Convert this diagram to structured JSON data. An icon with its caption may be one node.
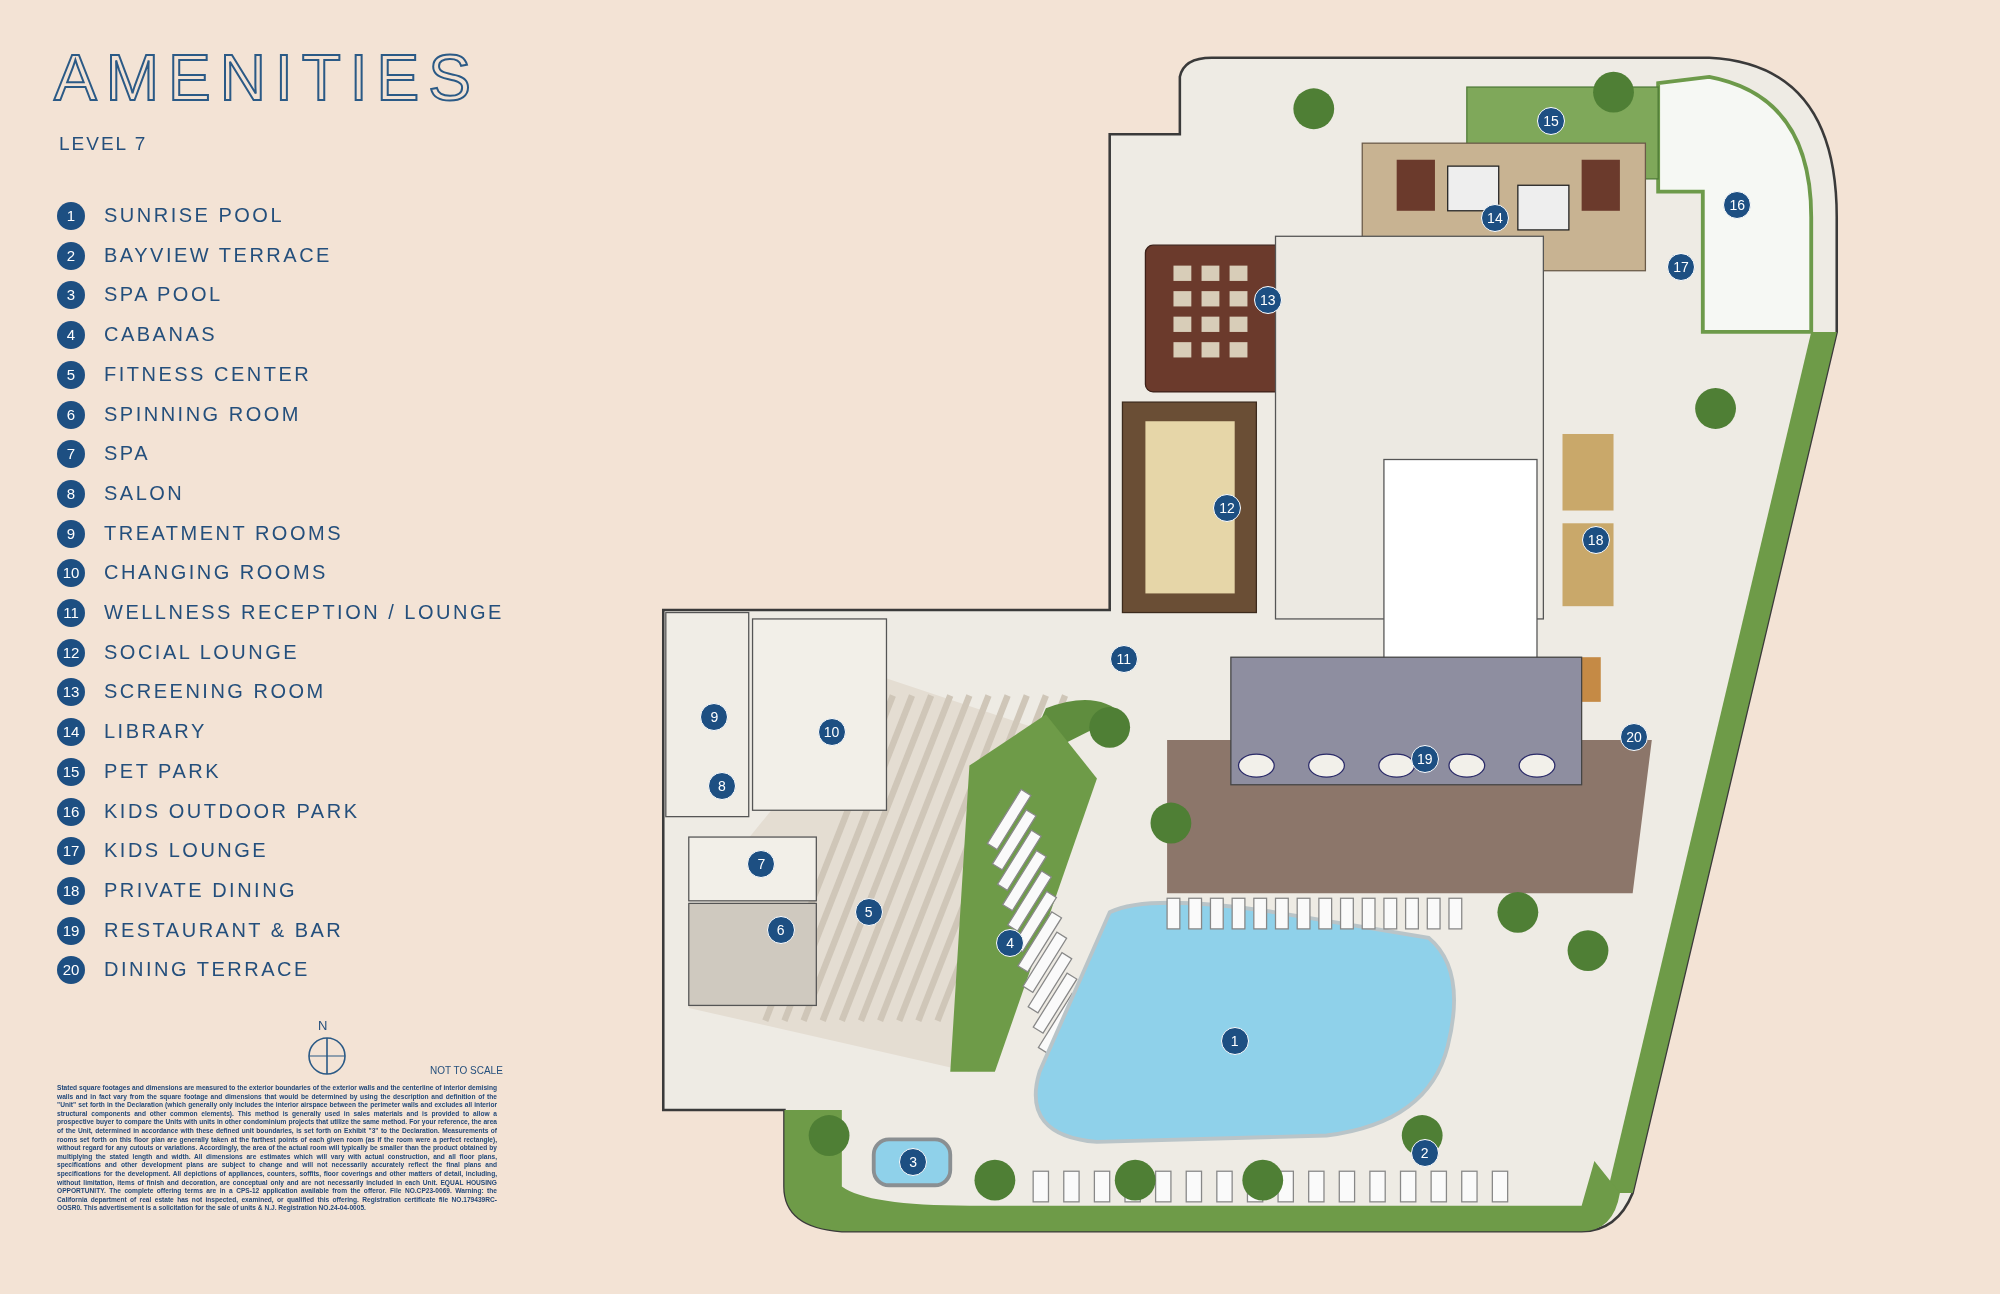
{
  "diagram": {
    "title": "AMENITIES",
    "labels": [
      "LEVEL 7",
      "1",
      "SUNRISE POOL",
      "2",
      "BAYVIEW TERRACE",
      "3",
      "SPA POOL",
      "4",
      "CABANAS",
      "5",
      "FITNESS CENTER",
      "6",
      "SPINNING ROOM",
      "7",
      "SPA",
      "8",
      "SALON",
      "9",
      "TREATMENT ROOMS",
      "10",
      "CHANGING ROOMS",
      "11",
      "WELLNESS RECEPTION / LOUNGE",
      "12",
      "SOCIAL LOUNGE",
      "13",
      "SCREENING ROOM",
      "14",
      "LIBRARY",
      "15",
      "PET PARK",
      "16",
      "KIDS OUTDOOR PARK",
      "17",
      "KIDS LOUNGE",
      "18",
      "PRIVATE DINING",
      "19",
      "RESTAURANT & BAR",
      "20",
      "DINING TERRACE",
      "N",
      "NOT TO SCALE",
      "Stated square footages and dimensions are measured to the exterior boundaries of the exterior walls and the centerline of interior demising walls and in fact vary from the square footage and dimensions that would be determined by using the description and definition of the \"Unit\" set forth in the Declaration (which generally only includes the interior airspace between the perimeter walls and excludes all interior structural components and other common elements). This method is generally used in sales materials and is provided to allow a prospective buyer to compare the Units with units in other condominium projects that utilize the same method. For your reference, the area of the Unit, determined in accordance with these defined unit boundaries, is set forth on Exhibit \"3\" to the Declaration. Measurements of rooms set forth on this floor plan are generally taken at the farthest points of each given room (as if the room were a perfect rectangle), without regard for any cutouts or variations. Accordingly, the area of the actual room will typically be smaller than the product obtained by multiplying the stated length and width. All dimensions are estimates which will vary with actual construction, and all floor plans, specifications and other development plans are subject to change and will not necessarily accurately reflect the final plans and specifications for the development. All depictions of appliances, counters, soffits, floor coverings and other matters of detail, including, without limitation, items of finish and decoration, are conceptual only and are not necessarily included in each Unit. EQUAL HOUSING OPPORTUNITY. The complete offering terms are in a CPS-12 application available from the offeror. File NO.CP23-0069. Warning: the California department of real estate has not inspected, examined, or qualified this offering. Registration certificate file NO.179439RC-OOSR0. This advertisement is a solicitation for the sale of units & N.J. Registration NO.24-04-0005.",
      "15",
      "16",
      "14",
      "17",
      "13",
      "12",
      "18",
      "11",
      "9",
      "10",
      "20",
      "19",
      "8",
      "7",
      "6",
      "5",
      "4",
      "1",
      "2",
      "3"
    ]
  }
}
